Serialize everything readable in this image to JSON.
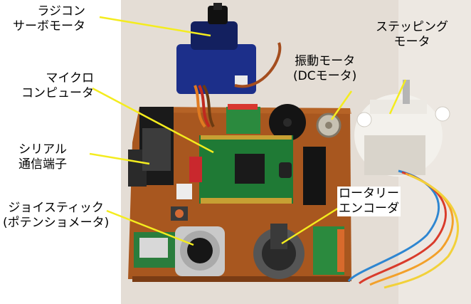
{
  "labels": {
    "servo": [
      "ラジコン",
      "サーボモータ"
    ],
    "microcomputer": [
      "マイクロ",
      "コンピュータ"
    ],
    "serial": [
      "シリアル",
      "通信端子"
    ],
    "joystick": [
      "ジョイスティック",
      "(ポテンショメータ)"
    ],
    "vibration": [
      "振動モータ",
      "(DCモータ)"
    ],
    "stepping": [
      "ステッピング",
      "モータ"
    ],
    "encoder": [
      "ロータリー",
      "エンコーダ"
    ]
  },
  "colors": {
    "leader_line": "#f4ec1e",
    "pcb": "#a8571f",
    "green_board": "#1f7a35",
    "servo_blue": "#1c2f8a"
  }
}
